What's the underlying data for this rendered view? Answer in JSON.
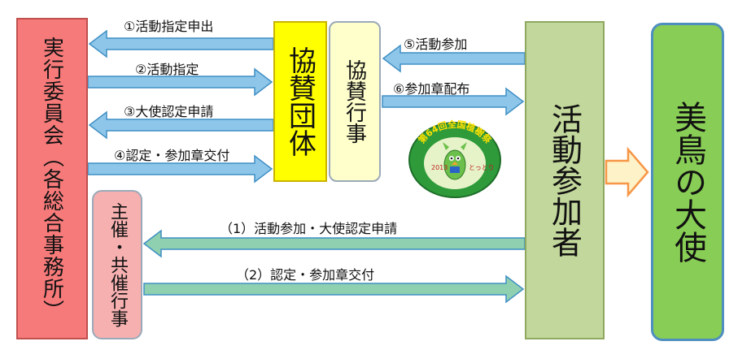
{
  "boxes": {
    "committee": "実行委員会（各総合事務所）",
    "host": "主催・共催行事",
    "sponsor": "協賛団体",
    "sponsor_event": "協賛行事",
    "participants": "活動参加者",
    "ambassador": "美鳥の大使"
  },
  "labels": {
    "l1": "①活動指定申出",
    "l2": "②活動指定",
    "l3": "③大使認定申請",
    "l4": "④認定・参加章交付",
    "l5": "⑤活動参加",
    "l6": "⑥参加章配布",
    "p1": "（1）活動参加・大使認定申請",
    "p2": "（2）認定・参加章交付"
  },
  "emblem": {
    "title": "第64回全国植樹祭",
    "year": "2013",
    "place": "とっとり"
  },
  "colors": {
    "blue_arrow": "#8ec6ea",
    "green_arrow": "#8fd0b0",
    "orange_arrow": "#f79646",
    "committee": "#f77a7a",
    "sponsor": "#ffff00",
    "participants": "#c2d79b",
    "ambassador": "#88cd55"
  }
}
